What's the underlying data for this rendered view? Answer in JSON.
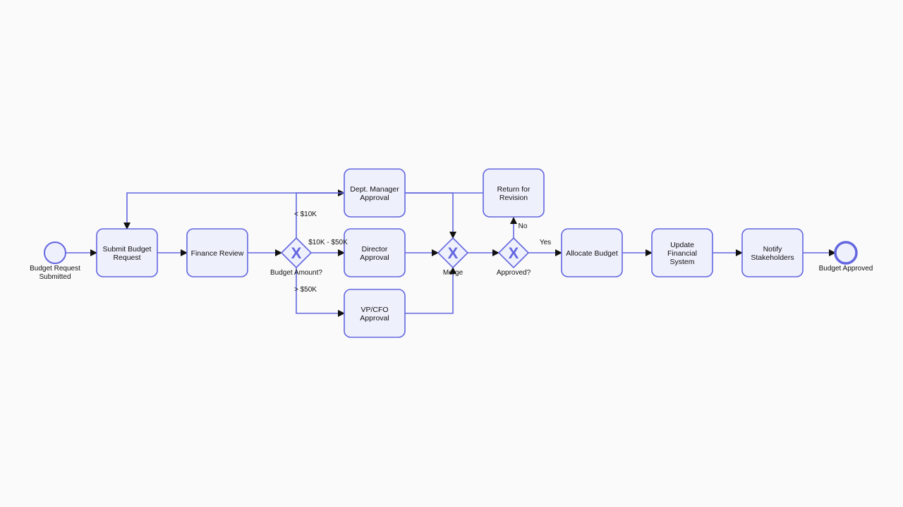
{
  "colors": {
    "background": "#fafafa",
    "stroke": "#6366e0",
    "fill": "#eef0fc",
    "arrow": "#111111",
    "text": "#111111"
  },
  "events": {
    "start": {
      "lines": [
        "Budget Request",
        "Submitted"
      ]
    },
    "end": {
      "lines": [
        "Budget Approved"
      ]
    }
  },
  "tasks": {
    "submit": {
      "lines": [
        "Submit Budget",
        "Request"
      ]
    },
    "finance": {
      "lines": [
        "Finance Review"
      ]
    },
    "dept": {
      "lines": [
        "Dept. Manager",
        "Approval"
      ]
    },
    "director": {
      "lines": [
        "Director",
        "Approval"
      ]
    },
    "vpcfo": {
      "lines": [
        "VP/CFO",
        "Approval"
      ]
    },
    "revision": {
      "lines": [
        "Return for",
        "Revision"
      ]
    },
    "allocate": {
      "lines": [
        "Allocate Budget"
      ]
    },
    "update": {
      "lines": [
        "Update",
        "Financial",
        "System"
      ]
    },
    "notify": {
      "lines": [
        "Notify",
        "Stakeholders"
      ]
    }
  },
  "gateways": {
    "amount": {
      "label": "Budget Amount?",
      "marker": "X"
    },
    "merge": {
      "label": "Merge",
      "marker": "X"
    },
    "approved": {
      "label": "Approved?",
      "marker": "X"
    }
  },
  "edge_labels": {
    "lt10k": "< $10K",
    "mid": "$10K - $50K",
    "gt50k": "> $50K",
    "no": "No",
    "yes": "Yes"
  }
}
